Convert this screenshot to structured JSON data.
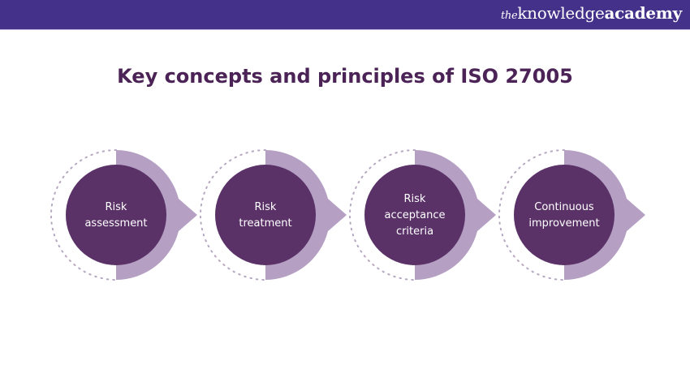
{
  "header": {
    "logo_prefix": "the",
    "logo_main": "knowledge",
    "logo_suffix": "academy",
    "bar_color": "#43318a"
  },
  "title": "Key concepts and principles of ISO 27005",
  "colors": {
    "title": "#4b2356",
    "inner_circle": "#5a3268",
    "outer_arc": "#b59fc3",
    "dots": "#b4a7bf"
  },
  "steps": [
    {
      "line1": "Risk",
      "line2": "assessment",
      "line3": ""
    },
    {
      "line1": "Risk",
      "line2": "treatment",
      "line3": ""
    },
    {
      "line1": "Risk",
      "line2": "acceptance",
      "line3": "criteria"
    },
    {
      "line1": "Continuous",
      "line2": "improvement",
      "line3": ""
    }
  ]
}
